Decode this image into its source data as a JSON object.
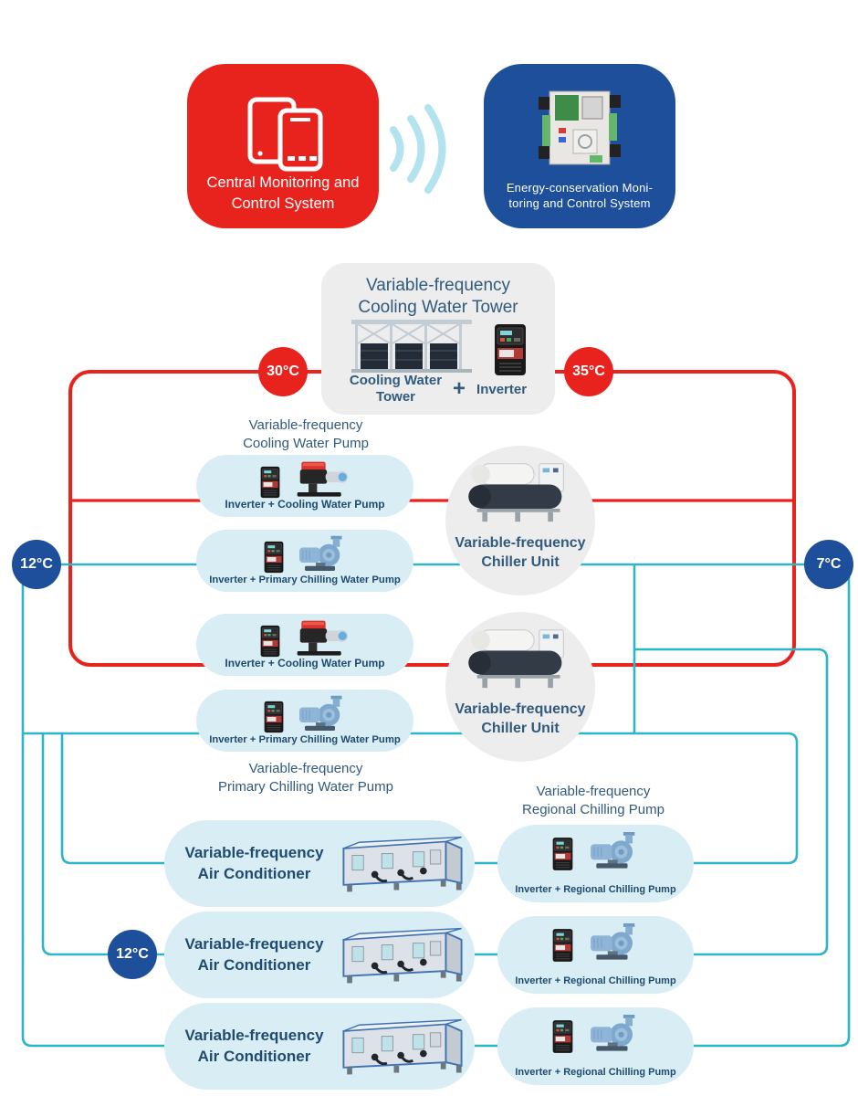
{
  "colors": {
    "red": "#e8231e",
    "blue": "#1d4f9b",
    "teal": "#2cb5c4",
    "pill_background": "#d9edf4",
    "panel_background": "#ededed",
    "dark_text": "#315a7c",
    "wave": "#b2e3ee"
  },
  "header": {
    "central_system_label": "Central Monitoring and\nControl System",
    "energy_system_label": "Energy-conservation Moni-\ntoring and Control System"
  },
  "tower": {
    "title": "Variable-frequency\nCooling Water Tower",
    "tower_label": "Cooling Water\nTower",
    "plus_sign": "+",
    "inverter_label": "Inverter"
  },
  "badges": {
    "cooling_supply": "30°C",
    "cooling_return": "35°C",
    "chilled_return": "12°C",
    "chilled_supply": "7°C",
    "regional_supply": "12°C"
  },
  "section_labels": {
    "cooling_water_pump": "Variable-frequency\nCooling Water Pump",
    "primary_chilling_pump": "Variable-frequency\nPrimary Chilling Water Pump",
    "regional_chilling_pump": "Variable-frequency\nRegional Chilling Pump"
  },
  "equipment_pills": {
    "cooling_pump_1": "Inverter + Cooling Water Pump",
    "primary_pump_1": "Inverter + Primary Chilling Water Pump",
    "cooling_pump_2": "Inverter + Cooling Water Pump",
    "primary_pump_2": "Inverter + Primary Chilling Water Pump"
  },
  "chillers": {
    "unit_1": "Variable-frequency\nChiller Unit",
    "unit_2": "Variable-frequency\nChiller Unit"
  },
  "ac_rows": [
    {
      "ac": "Variable-frequency\nAir Conditioner",
      "pump": "Inverter + Regional Chilling Pump"
    },
    {
      "ac": "Variable-frequency\nAir Conditioner",
      "pump": "Inverter + Regional Chilling Pump"
    },
    {
      "ac": "Variable-frequency\nAir Conditioner",
      "pump": "Inverter + Regional Chilling Pump"
    }
  ],
  "icons": {
    "devices": "tablet-phone-icon",
    "waves": "signal-waves-icon",
    "controller": "circuit-board-icon",
    "cooling_tower": "cooling-tower-icon",
    "inverter": "inverter-icon",
    "cooling_pump": "red-pump-icon",
    "chilling_pump": "blue-pump-icon",
    "chiller": "chiller-unit-icon",
    "air_conditioner": "air-handler-icon"
  }
}
